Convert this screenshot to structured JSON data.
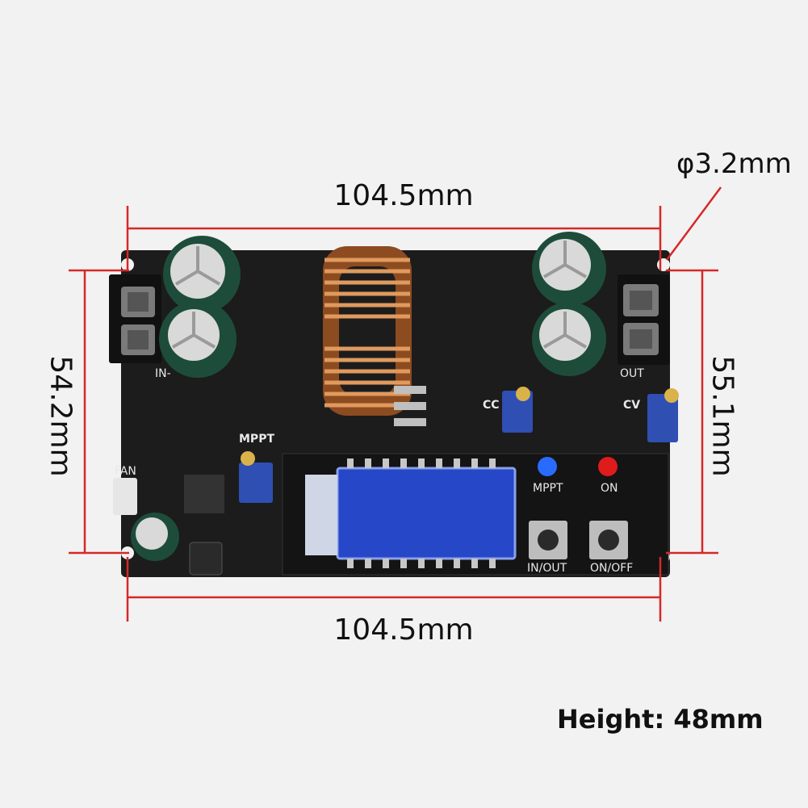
{
  "dimensions": {
    "top_width": "104.5mm",
    "bottom_width": "104.5mm",
    "left_height": "54.2mm",
    "right_height": "55.1mm",
    "hole_diameter": "φ3.2mm"
  },
  "height_note": "Height: 48mm",
  "board_silkscreen": {
    "input_label": "IN-",
    "output_label": "OUT",
    "mppt_trim_label": "MPPT",
    "cc_label": "CC",
    "cv_label": "CV",
    "fan_label": "FAN",
    "mppt_led_label": "MPPT",
    "on_led_label": "ON",
    "in_out_button_label": "IN/OUT",
    "on_off_button_label": "ON/OFF"
  },
  "colors": {
    "dimension_line": "#d62828",
    "pcb": "#1c1c1c",
    "lcd": "#2747c9",
    "copper_coil": "#c8733a",
    "capacitor": "#1d4d3a",
    "trimmer": "#2f4fb3",
    "led_blue": "#2a6bff",
    "led_red": "#e01b1b"
  }
}
